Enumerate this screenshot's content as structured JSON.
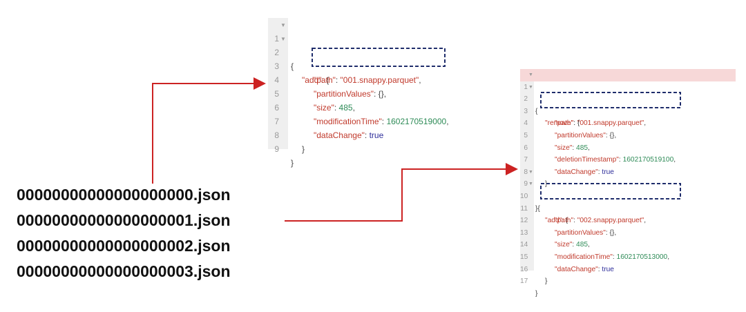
{
  "files": [
    "00000000000000000000.json",
    "00000000000000000001.json",
    "00000000000000000002.json",
    "00000000000000000003.json"
  ],
  "json0": {
    "line_numbers": [
      "1",
      "2",
      "3",
      "4",
      "5",
      "6",
      "7",
      "8",
      "9"
    ],
    "open_brace": "{",
    "add_key": "\"add\"",
    "add_open": ": {",
    "path_key": "\"path\"",
    "path_value": "\"001.snappy.parquet\"",
    "pv_key": "\"partitionValues\"",
    "pv_value": ": {},",
    "size_key": "\"size\"",
    "size_value": "485",
    "mtime_key": "\"modificationTime\"",
    "mtime_value": "1602170519000",
    "dc_key": "\"dataChange\"",
    "dc_value": "true",
    "inner_close": "}",
    "close_brace": "}"
  },
  "json1": {
    "line_numbers": [
      "1",
      "2",
      "3",
      "4",
      "5",
      "6",
      "7",
      "8",
      "9",
      "10",
      "11",
      "12",
      "13",
      "14",
      "15",
      "16",
      "17"
    ],
    "open_brace": "{",
    "remove_key": "\"remove\"",
    "remove_open": ": {",
    "path1_key": "\"path\"",
    "path1_value": "\"001.snappy.parquet\"",
    "pv1_key": "\"partitionValues\"",
    "pv1_value": ": {},",
    "size1_key": "\"size\"",
    "size1_value": "485",
    "dts_key": "\"deletionTimestamp\"",
    "dts_value": "1602170519100",
    "dc1_key": "\"dataChange\"",
    "dc1_value": "true",
    "inner_close1": "}",
    "mid_brace": "}{",
    "add_key": "\"add\"",
    "add_open": ": {",
    "path2_key": "\"path\"",
    "path2_value": "\"002.snappy.parquet\"",
    "pv2_key": "\"partitionValues\"",
    "pv2_value": ": {},",
    "size2_key": "\"size\"",
    "size2_value": "485",
    "mtime2_key": "\"modificationTime\"",
    "mtime2_value": "1602170513000",
    "dc2_key": "\"dataChange\"",
    "dc2_value": "true",
    "inner_close2": "}",
    "close_brace": "}"
  },
  "colors": {
    "arrow": "#cc2222",
    "highlight_box": "#1f2d6b",
    "key": "#c0392b",
    "number": "#2e8b57",
    "boolean": "#2d2d9a"
  }
}
